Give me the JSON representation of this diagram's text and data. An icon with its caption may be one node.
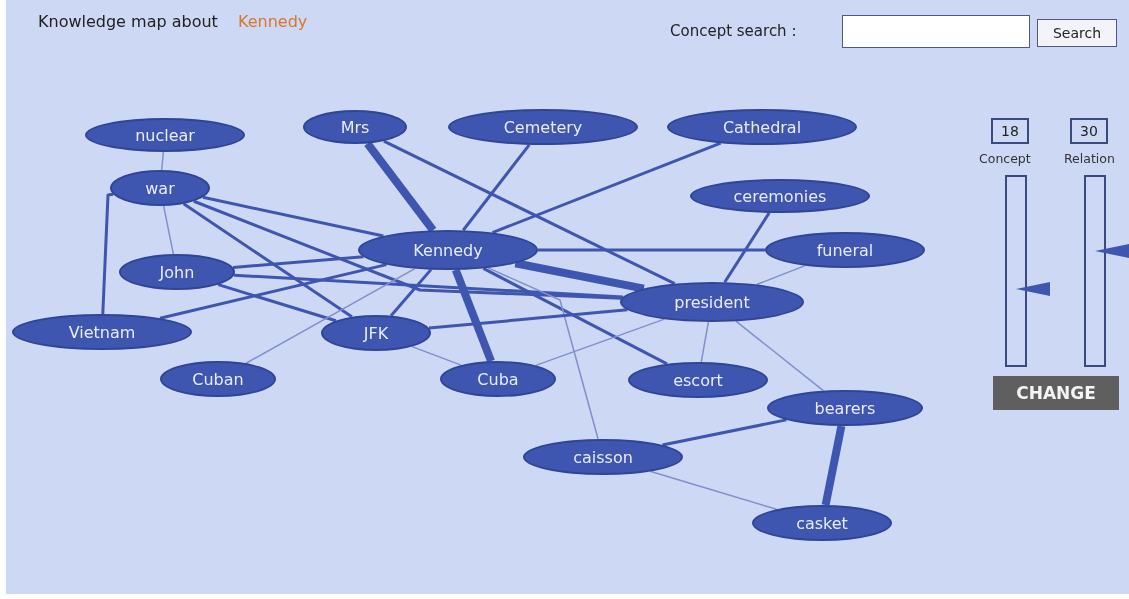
{
  "diagram": {
    "title": "Knowledge map about",
    "nodes": [
      {
        "text": [
          "nuclear"
        ]
      },
      {
        "text": [
          "Mrs"
        ]
      },
      {
        "text": [
          "Cemetery"
        ]
      },
      {
        "text": [
          "Cathedral"
        ]
      },
      {
        "text": [
          "war"
        ]
      },
      {
        "text": [
          "ceremonies"
        ]
      },
      {
        "text": [
          "Kennedy"
        ]
      },
      {
        "text": [
          "funeral"
        ]
      },
      {
        "text": [
          "John"
        ]
      },
      {
        "text": [
          "president"
        ]
      },
      {
        "text": [
          "Vietnam"
        ]
      },
      {
        "text": [
          "JFK"
        ]
      },
      {
        "text": [
          "Cuban"
        ]
      },
      {
        "text": [
          "Cuba"
        ]
      },
      {
        "text": [
          "escort"
        ]
      },
      {
        "text": [
          "bearers"
        ]
      },
      {
        "text": [
          "caisson"
        ]
      },
      {
        "text": [
          "casket"
        ]
      }
    ],
    "edges": [
      {
        "from": 0,
        "to": 4,
        "arrow": "none",
        "color": "#8090cc"
      },
      {
        "from": 4,
        "to": 10,
        "arrow": "none"
      },
      {
        "from": 4,
        "to": 8,
        "arrow": "none",
        "color": "#8090cc"
      },
      {
        "from": 4,
        "to": 6,
        "arrow": "none"
      },
      {
        "from": 4,
        "to": 11,
        "arrow": "none"
      },
      {
        "from": 4,
        "to": 9,
        "arrow": "none"
      },
      {
        "from": 8,
        "to": 6,
        "arrow": "none"
      },
      {
        "from": 8,
        "to": 9,
        "arrow": "none"
      },
      {
        "from": 8,
        "to": 11,
        "arrow": "none"
      },
      {
        "from": 10,
        "to": 6,
        "arrow": "none"
      },
      {
        "from": 12,
        "to": 6,
        "arrow": "none",
        "color": "#8090cc"
      },
      {
        "from": 1,
        "to": 6,
        "arrow": "none",
        "style": "thick"
      },
      {
        "from": 1,
        "to": 9,
        "arrow": "none"
      },
      {
        "from": 2,
        "to": 6,
        "arrow": "none"
      },
      {
        "from": 3,
        "to": 6,
        "arrow": "none"
      },
      {
        "from": 6,
        "to": 11,
        "arrow": "none"
      },
      {
        "from": 6,
        "to": 13,
        "arrow": "none",
        "style": "thick"
      },
      {
        "from": 6,
        "to": 9,
        "arrow": "none",
        "style": "thick"
      },
      {
        "from": 6,
        "to": 7,
        "arrow": "none"
      },
      {
        "from": 6,
        "to": 14,
        "arrow": "none"
      },
      {
        "from": 6,
        "to": 16,
        "arrow": "none",
        "color": "#8090cc"
      },
      {
        "from": 11,
        "to": 9,
        "arrow": "none"
      },
      {
        "from": 11,
        "to": 13,
        "arrow": "none",
        "color": "#8090cc"
      },
      {
        "from": 13,
        "to": 9,
        "arrow": "none",
        "color": "#8090cc"
      },
      {
        "from": 5,
        "to": 9,
        "arrow": "none"
      },
      {
        "from": 7,
        "to": 9,
        "arrow": "none",
        "color": "#8090cc"
      },
      {
        "from": 9,
        "to": 14,
        "arrow": "none",
        "color": "#8090cc"
      },
      {
        "from": 9,
        "to": 15,
        "arrow": "none",
        "color": "#8090cc"
      },
      {
        "from": 15,
        "to": 16,
        "arrow": "none"
      },
      {
        "from": 15,
        "to": 17,
        "arrow": "none",
        "style": "thick"
      },
      {
        "from": 16,
        "to": 17,
        "arrow": "none",
        "color": "#8090cc"
      }
    ],
    "labels": [
      "Kennedy",
      "Concept search :",
      "Search",
      "18",
      "30",
      "Concept",
      "Relation",
      "CHANGE"
    ]
  }
}
